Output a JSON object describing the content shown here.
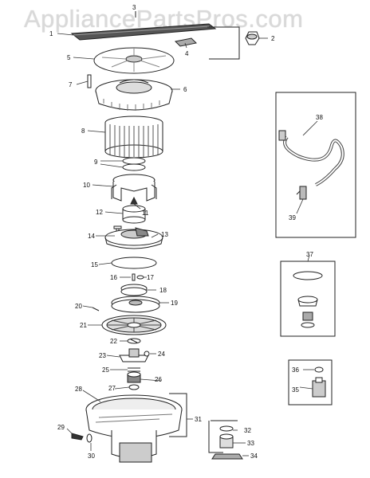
{
  "watermark": "AppliancePartsPros.com",
  "callouts": [
    "1",
    "2",
    "3",
    "4",
    "5",
    "6",
    "7",
    "8",
    "9",
    "10",
    "11",
    "12",
    "13",
    "14",
    "15",
    "16",
    "17",
    "18",
    "19",
    "20",
    "21",
    "22",
    "23",
    "24",
    "25",
    "26",
    "27",
    "28",
    "29",
    "30",
    "31",
    "32",
    "33",
    "34",
    "35",
    "36",
    "37",
    "38",
    "39"
  ],
  "colors": {
    "line": "#222222",
    "fill": "#ffffff",
    "shade": "#bfbfbf",
    "dark": "#555555",
    "watermark": "#d9d9d9"
  }
}
